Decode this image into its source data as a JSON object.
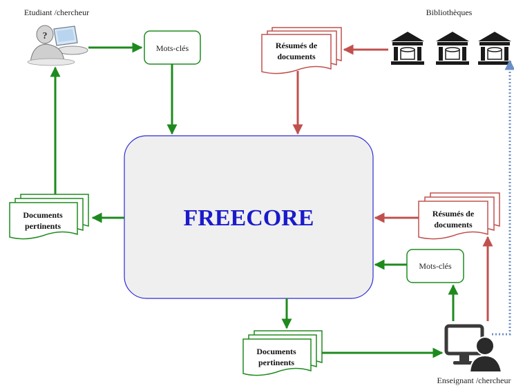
{
  "labels": {
    "student": "Etudiant /chercheur",
    "libraries": "Bibliothèques",
    "teacher": "Enseignant /chercheur",
    "core": "FREECORE",
    "keywords_top": "Mots-clés",
    "keywords_right": "Mots-clés",
    "summaries_top": [
      "Résumés de",
      "documents"
    ],
    "summaries_right": [
      "Résumés de",
      "documents"
    ],
    "relevant_left": [
      "Documents",
      "pertinents"
    ],
    "relevant_bottom": [
      "Documents",
      "pertinents"
    ],
    "student_question_mark": "?"
  },
  "colors": {
    "green": "#1e8a1e",
    "red": "#c0504d",
    "blue_text": "#1a1acc",
    "blue_border": "#2b2bd6",
    "dotted_blue": "#6d8fc7",
    "core_fill": "#efefef"
  },
  "icons": {
    "student": "student-computer-icon",
    "library": "library-building-icon",
    "teacher": "teacher-computer-icon"
  }
}
